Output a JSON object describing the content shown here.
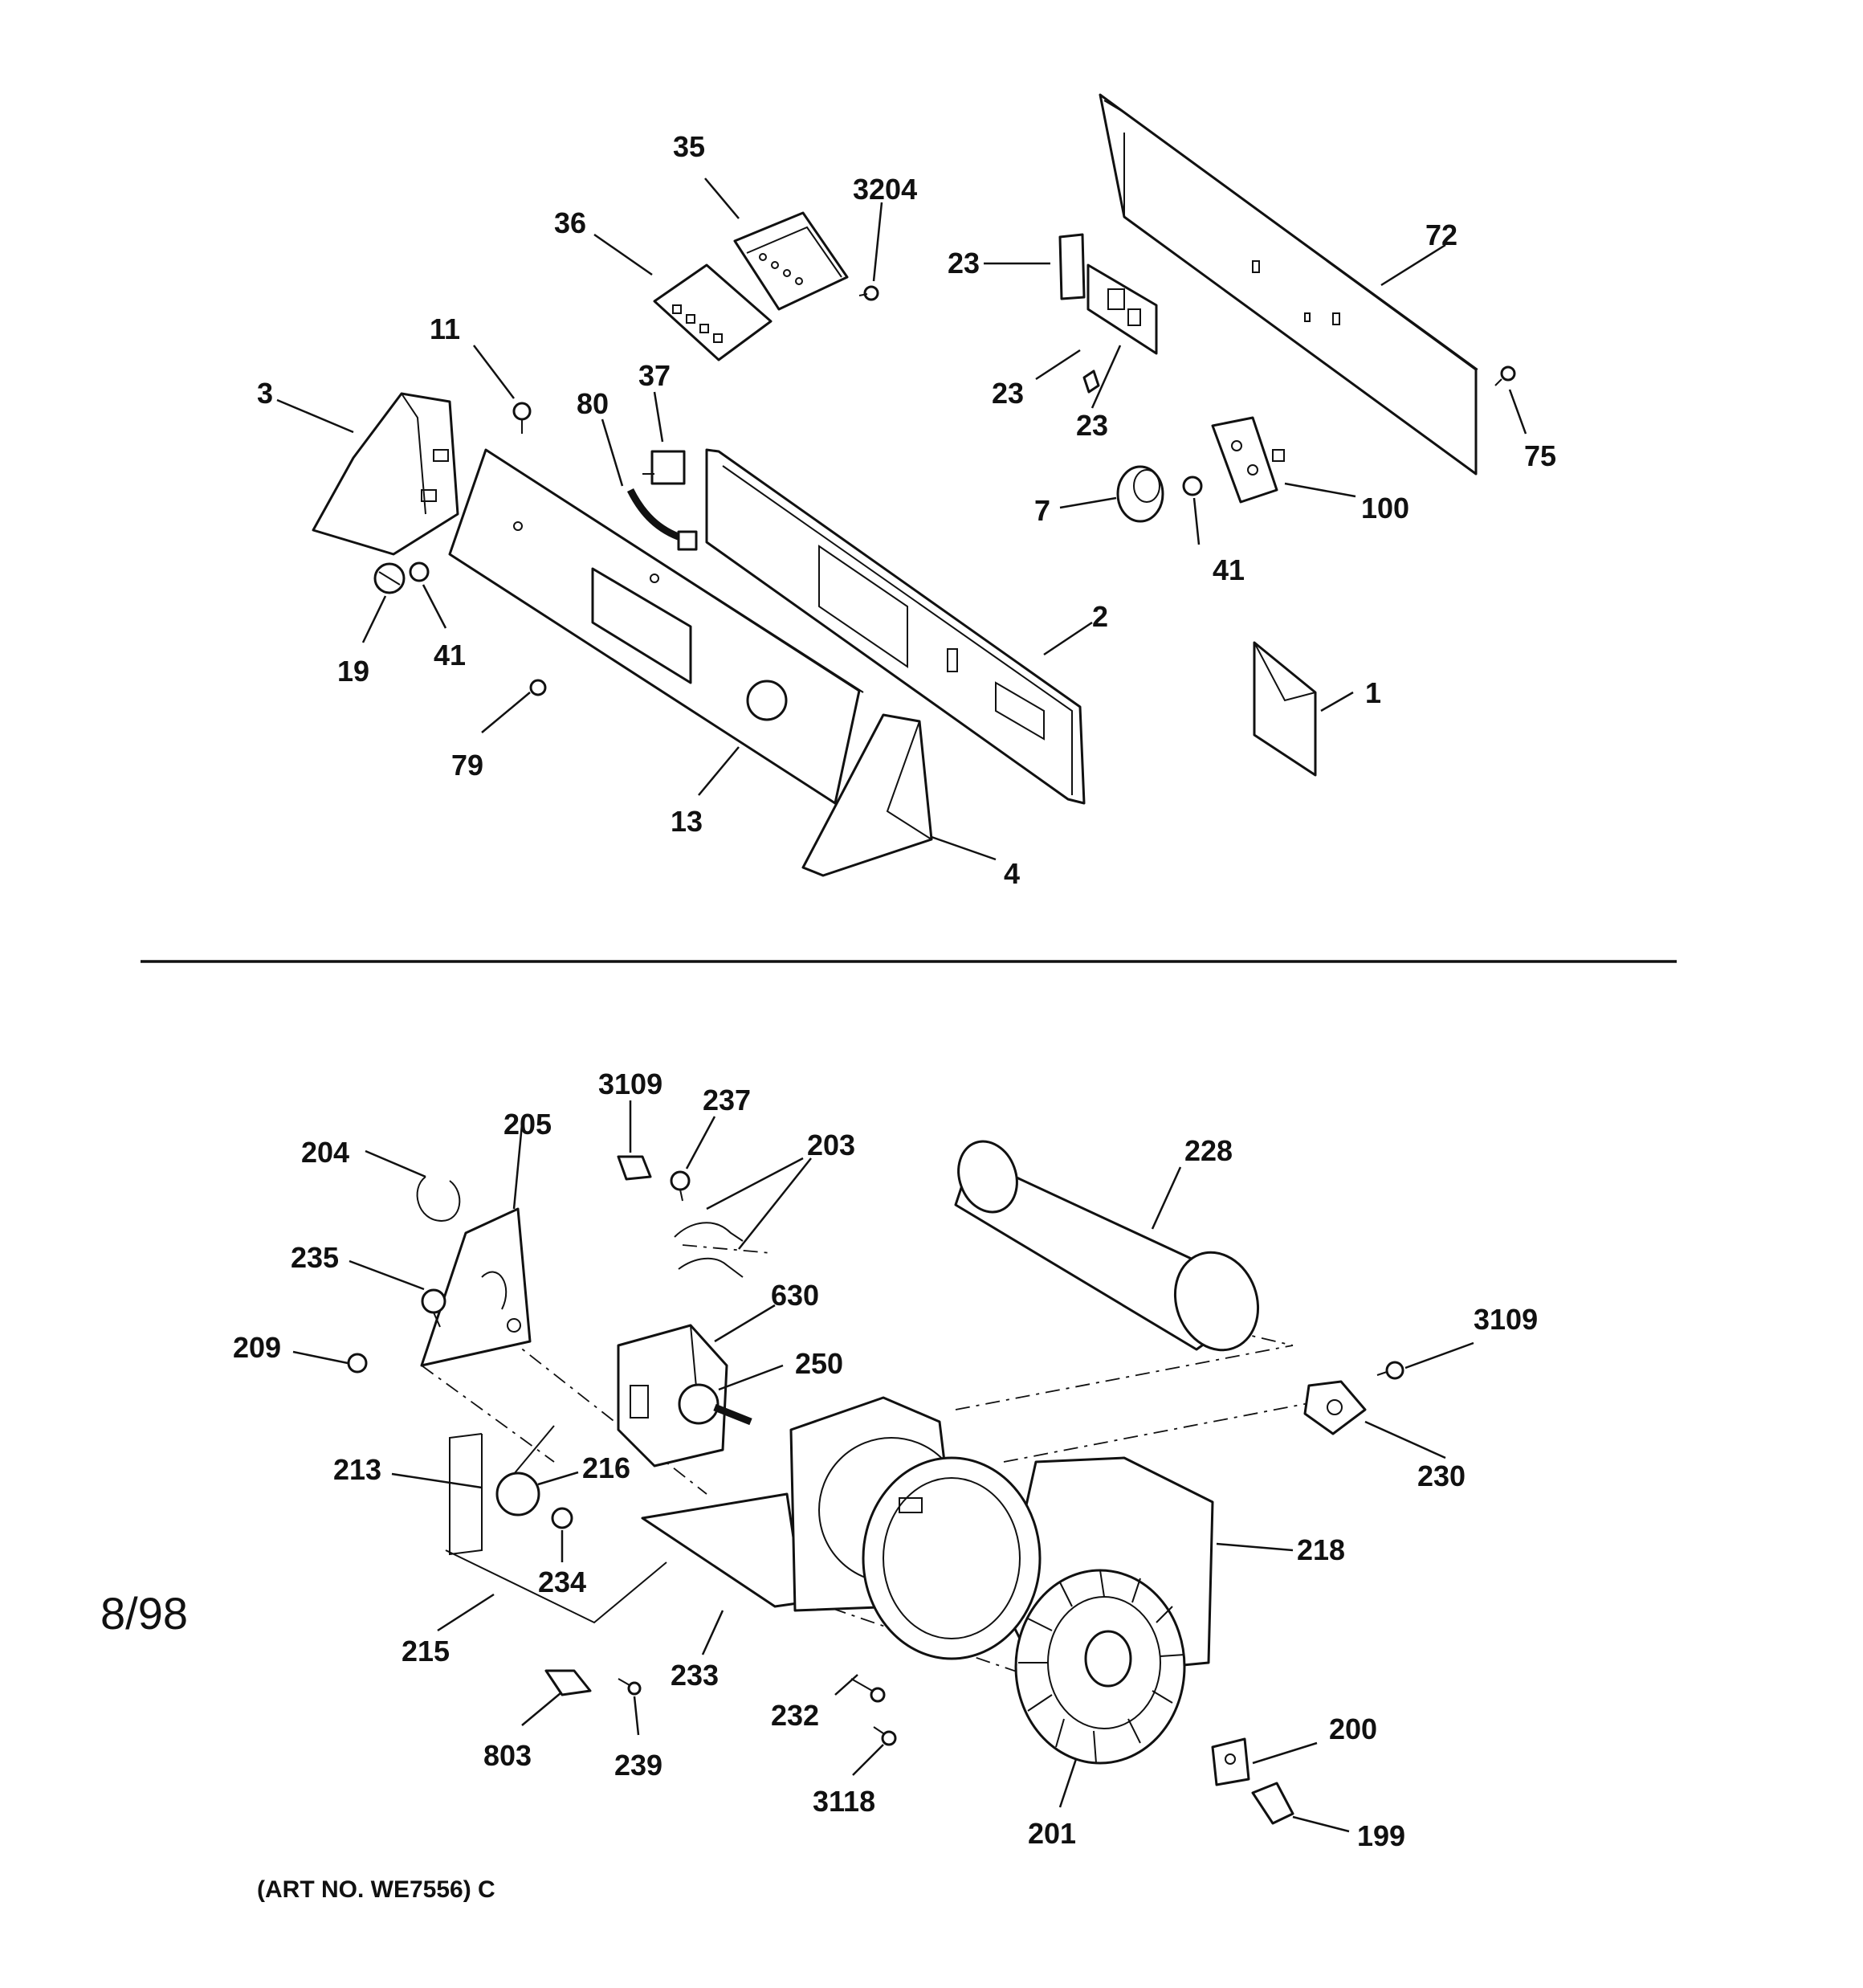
{
  "callouts": {
    "c35": "35",
    "c3204": "3204",
    "c36": "36",
    "c72": "72",
    "c23a": "23",
    "c23b": "23",
    "c23c": "23",
    "c11": "11",
    "c37": "37",
    "c3": "3",
    "c80": "80",
    "c75": "75",
    "c7": "7",
    "c100": "100",
    "c41a": "41",
    "c2": "2",
    "c19": "19",
    "c41b": "41",
    "c1": "1",
    "c79": "79",
    "c13": "13",
    "c4": "4",
    "c3109a": "3109",
    "c237": "237",
    "c205": "205",
    "c204": "204",
    "c203": "203",
    "c228": "228",
    "c235": "235",
    "c630": "630",
    "c209": "209",
    "c250": "250",
    "c3109b": "3109",
    "c213": "213",
    "c216": "216",
    "c230": "230",
    "c218": "218",
    "c234": "234",
    "c215": "215",
    "c233": "233",
    "c232": "232",
    "c200": "200",
    "c803": "803",
    "c239": "239",
    "c3118": "3118",
    "c201": "201",
    "c199": "199"
  },
  "date_stamp": "8/98",
  "art_number": "(ART NO. WE7556) C"
}
